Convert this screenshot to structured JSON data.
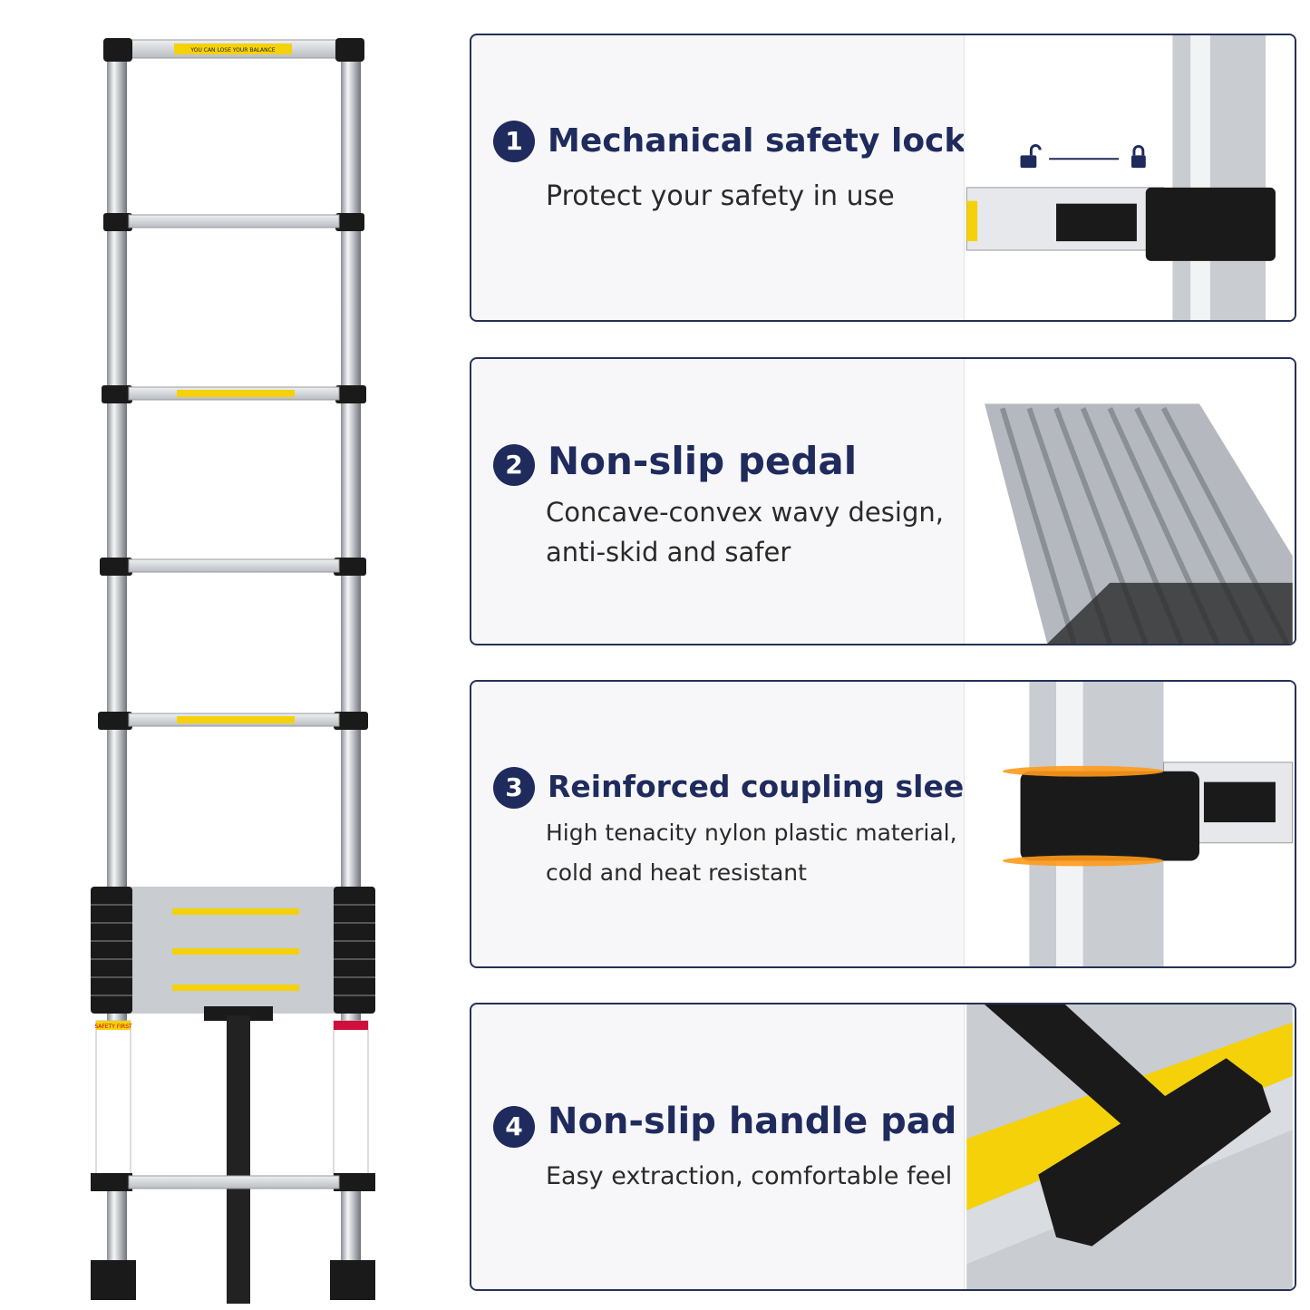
{
  "ladder": {
    "top_label": "YOU CAN LOSE YOUR BALANCE",
    "safety_label": "SAFETY FIRST"
  },
  "features": [
    {
      "number": "1",
      "title": "Mechanical safety lock",
      "lines": [
        "Protect your safety in use"
      ]
    },
    {
      "number": "2",
      "title": "Non-slip pedal",
      "lines": [
        "Concave-convex wavy design,",
        "anti-skid and safer"
      ]
    },
    {
      "number": "3",
      "title": "Reinforced coupling sleeve",
      "lines": [
        "High tenacity nylon plastic material,",
        "cold and heat resistant"
      ]
    },
    {
      "number": "4",
      "title": "Non-slip handle pad",
      "lines": [
        "Easy extraction, comfortable feel"
      ]
    }
  ],
  "colors": {
    "accent": "#1f2b5c",
    "border": "#243158",
    "warning": "#f5d10a",
    "rubber": "#1a1a1a",
    "metal": "#c9ccd1"
  },
  "icons": {
    "unlock": "unlock-icon",
    "lock": "lock-icon"
  }
}
